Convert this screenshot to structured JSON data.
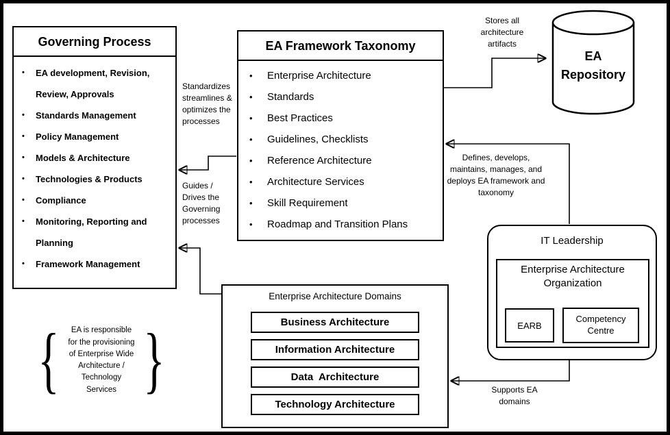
{
  "icons": {
    "bullet": "•",
    "left_brace": "{",
    "right_brace": "}"
  },
  "governing_process": {
    "title": "Governing Process",
    "items": [
      "EA development, Revision, Review, Approvals",
      "Standards Management",
      "Policy Management",
      "Models & Architecture",
      "Technologies & Products",
      "Compliance",
      "Monitoring, Reporting and Planning",
      "Framework Management"
    ]
  },
  "taxonomy": {
    "title": "EA Framework Taxonomy",
    "items": [
      "Enterprise Architecture",
      "Standards",
      "Best Practices",
      "Guidelines, Checklists",
      "Reference Architecture",
      "Architecture Services",
      "Skill Requirement",
      "Roadmap and Transition Plans"
    ]
  },
  "repository": {
    "title": "EA Repository"
  },
  "it_leadership": {
    "title": "IT Leadership",
    "organization": "Enterprise Architecture Organization",
    "earb": "EARB",
    "competency": "Competency Centre"
  },
  "domains": {
    "title": "Enterprise Architecture Domains",
    "items": [
      "Business Architecture",
      "Information Architecture",
      "Data  Architecture",
      "Technology Architecture"
    ]
  },
  "annotations": {
    "stores": "Stores all architecture artifacts",
    "standardizes": "Standardizes streamlines & optimizes the processes",
    "guides": "Guides / Drives the Governing processes",
    "defines": "Defines, develops, maintains, manages, and deploys EA framework and taxonomy",
    "supports": "Supports EA domains",
    "responsible": "EA is responsible for the provisioning of Enterprise Wide Architecture / Technology Services"
  }
}
